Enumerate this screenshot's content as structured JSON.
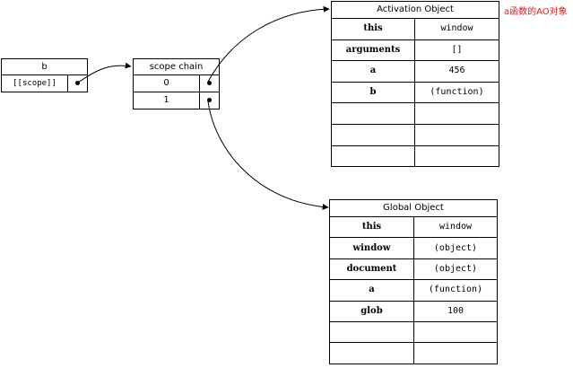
{
  "b_box": {
    "title": "b",
    "scope_label": "[[scope]]"
  },
  "scope_chain": {
    "title": "scope chain",
    "rows": [
      "0",
      "1"
    ]
  },
  "activation_object": {
    "title": "Activation Object",
    "rows": [
      {
        "key": "this",
        "value": "window"
      },
      {
        "key": "arguments",
        "value": "[]"
      },
      {
        "key": "a",
        "value": "456"
      },
      {
        "key": "b",
        "value": "(function)"
      },
      {
        "key": "",
        "value": ""
      },
      {
        "key": "",
        "value": ""
      },
      {
        "key": "",
        "value": ""
      }
    ]
  },
  "global_object": {
    "title": "Global Object",
    "rows": [
      {
        "key": "this",
        "value": "window"
      },
      {
        "key": "window",
        "value": "(object)"
      },
      {
        "key": "document",
        "value": "(object)"
      },
      {
        "key": "a",
        "value": "(function)"
      },
      {
        "key": "glob",
        "value": "100"
      },
      {
        "key": "",
        "value": ""
      },
      {
        "key": "",
        "value": ""
      }
    ]
  },
  "annotation": "a函数的AO对象",
  "colors": {
    "annotation": "#e01b1b",
    "line": "#000000"
  }
}
